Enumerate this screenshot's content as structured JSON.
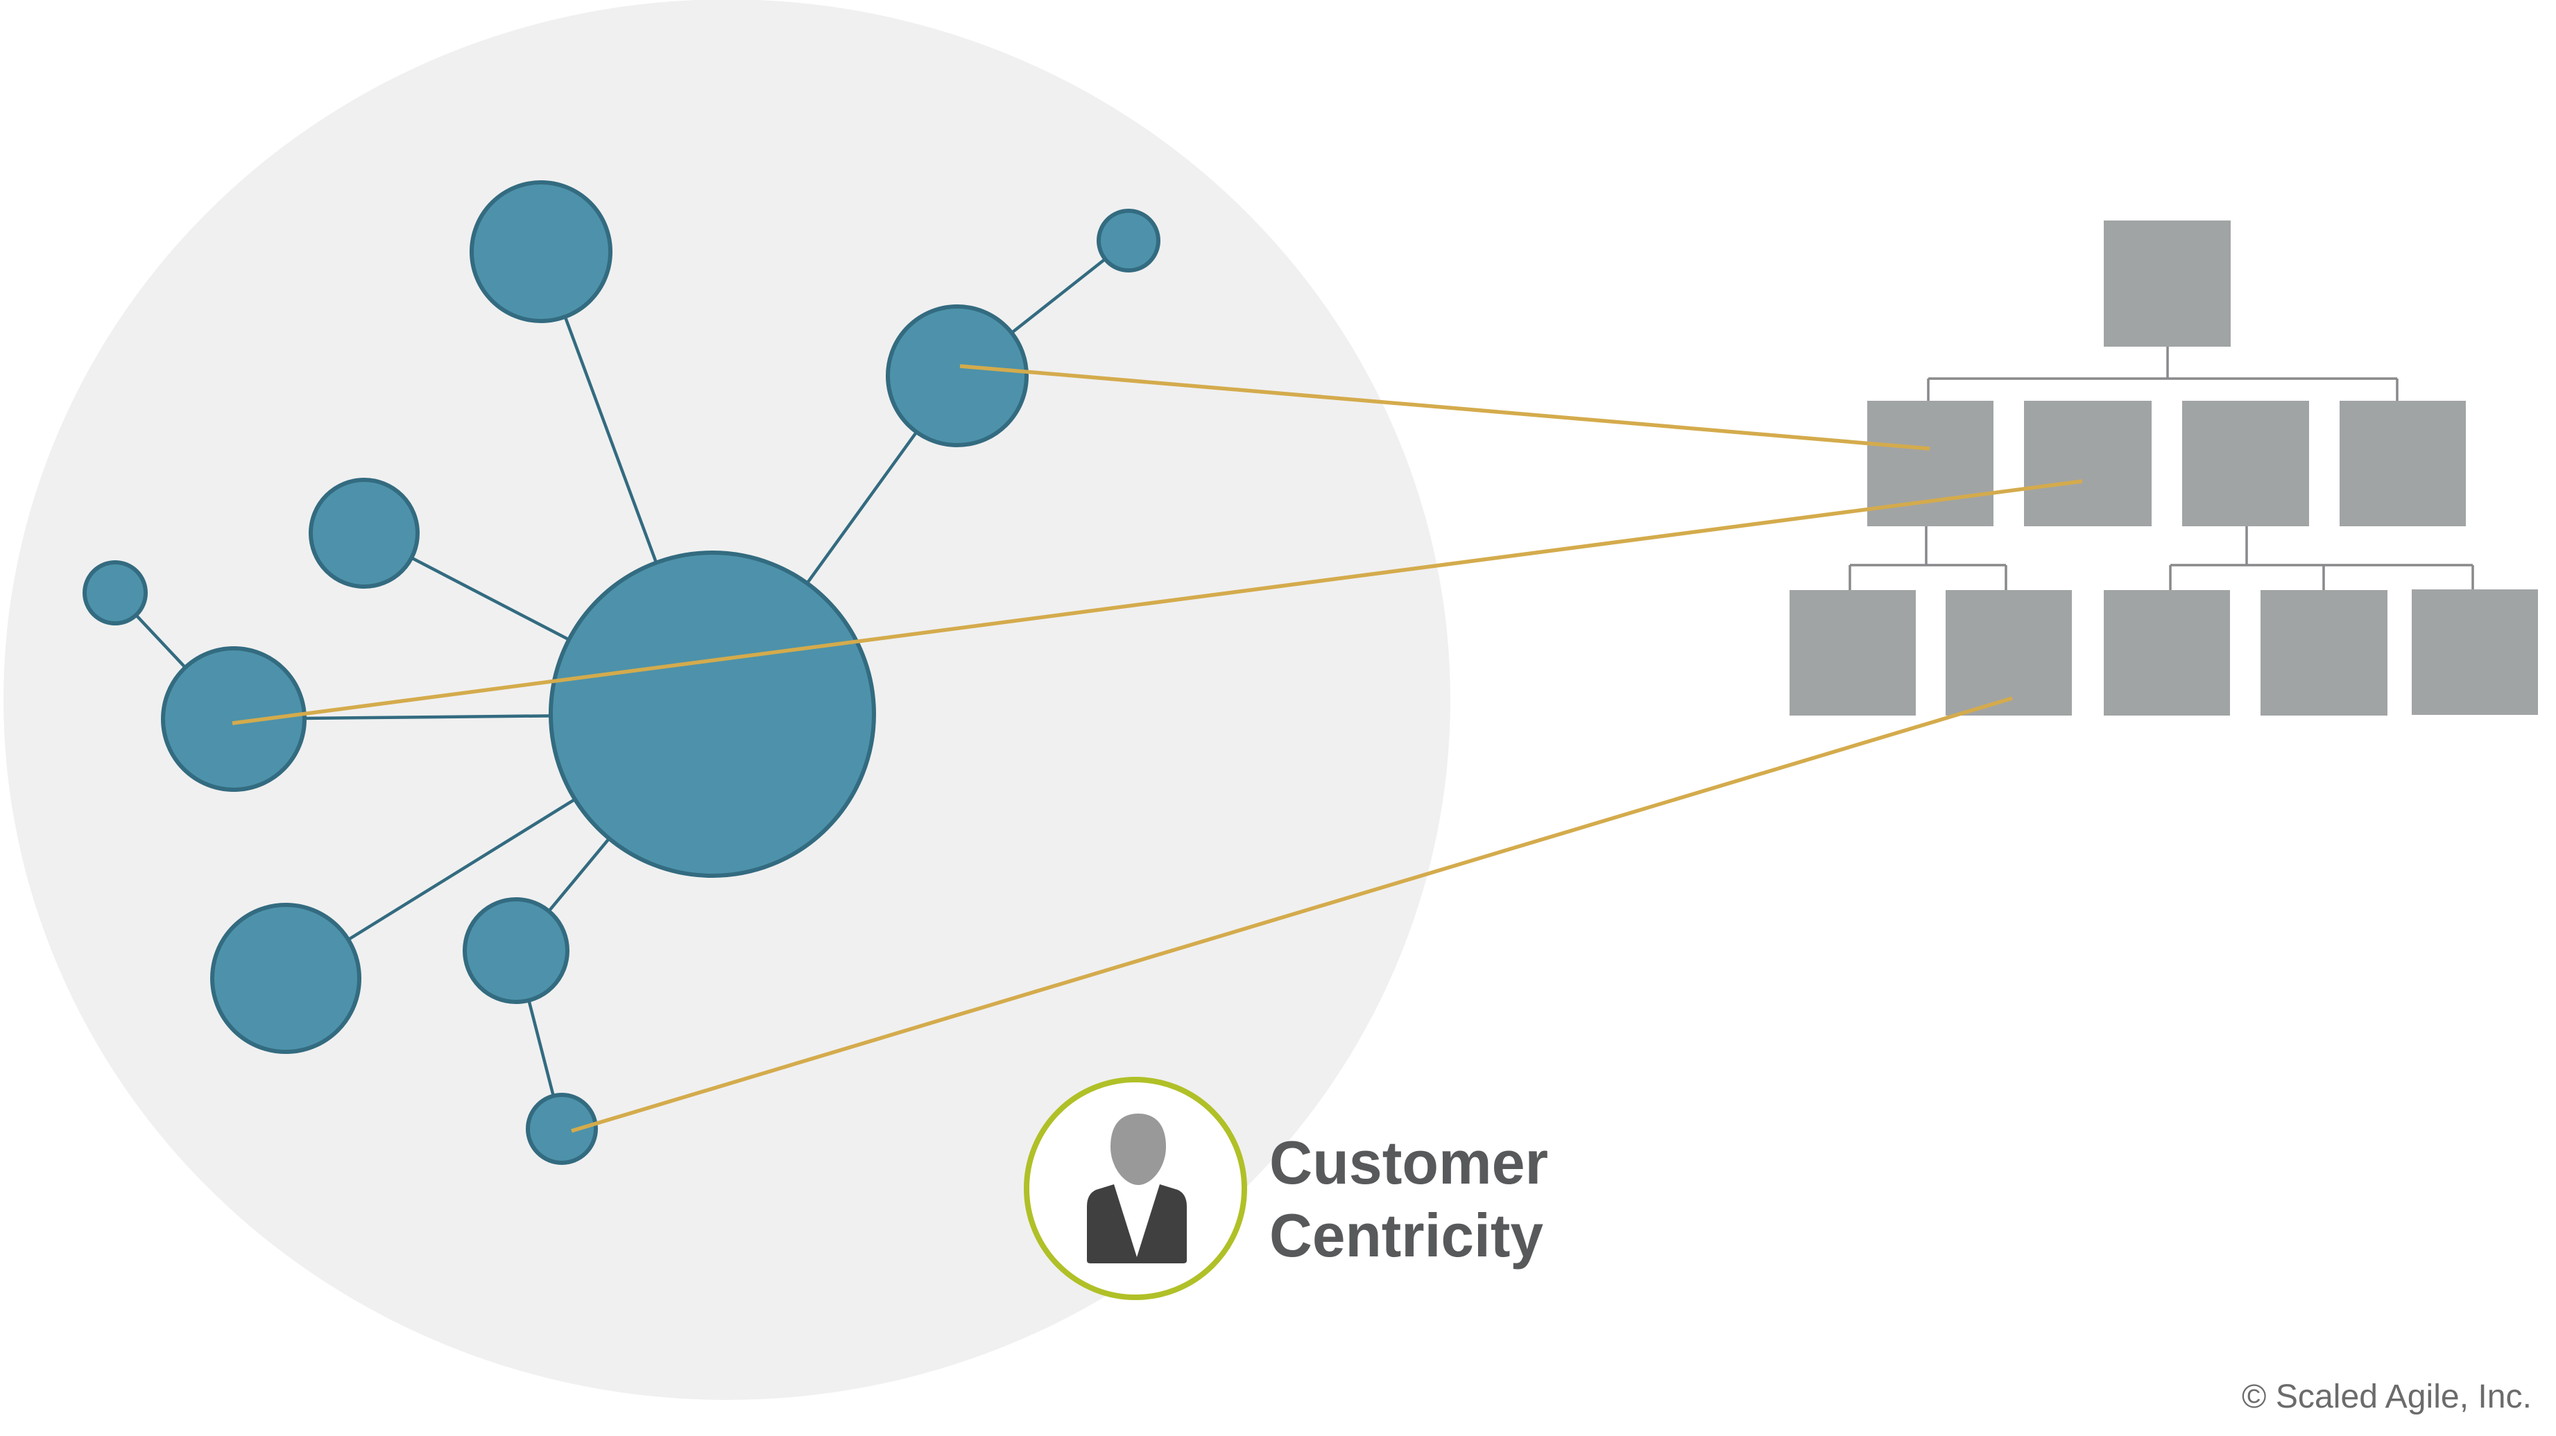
{
  "diagram": {
    "title": "Network vs. hierarchy with customer centricity",
    "colors": {
      "background": "#ffffff",
      "ellipse_fill": "#f0f0f0",
      "node_fill": "#4d92aa",
      "node_stroke": "#336b80",
      "link": "#336b80",
      "mapping_line": "#d4ab4c",
      "org_box": "#a1a4a5",
      "org_connector": "#88898c",
      "customer_ring": "#b0c027",
      "customer_head": "#999999",
      "customer_body": "#404040",
      "label_text": "#58595b",
      "copyright_text": "#6b6b6b"
    },
    "network": {
      "nodes": [
        {
          "id": "hub",
          "role": "hub"
        },
        {
          "id": "top",
          "role": "node"
        },
        {
          "id": "upper-right",
          "role": "node"
        },
        {
          "id": "top-right-tiny",
          "role": "leaf"
        },
        {
          "id": "mid-left",
          "role": "node"
        },
        {
          "id": "left-tiny",
          "role": "leaf"
        },
        {
          "id": "left",
          "role": "node"
        },
        {
          "id": "bottom-left",
          "role": "node"
        },
        {
          "id": "bottom-small",
          "role": "node"
        },
        {
          "id": "bottom-tiny",
          "role": "leaf"
        }
      ],
      "links": [
        [
          "hub",
          "top"
        ],
        [
          "hub",
          "upper-right"
        ],
        [
          "upper-right",
          "top-right-tiny"
        ],
        [
          "hub",
          "mid-left"
        ],
        [
          "hub",
          "left"
        ],
        [
          "left",
          "left-tiny"
        ],
        [
          "hub",
          "bottom-left"
        ],
        [
          "hub",
          "bottom-small"
        ],
        [
          "bottom-small",
          "bottom-tiny"
        ]
      ]
    },
    "org_chart": {
      "levels": [
        {
          "level": 1,
          "boxes": [
            "ceo"
          ]
        },
        {
          "level": 2,
          "boxes": [
            "l2-a",
            "l2-b",
            "l2-c",
            "l2-d"
          ]
        },
        {
          "level": 3,
          "boxes": [
            "l3-a",
            "l3-b",
            "l3-c",
            "l3-d",
            "l3-e"
          ]
        }
      ],
      "reports": [
        {
          "parent": "ceo",
          "children": [
            "l2-a",
            "l2-b",
            "l2-c",
            "l2-d"
          ]
        },
        {
          "parent": "l2-a",
          "children": [
            "l3-a",
            "l3-b"
          ]
        },
        {
          "parent": "l2-c",
          "children": [
            "l3-c",
            "l3-d",
            "l3-e"
          ]
        }
      ]
    },
    "mappings": [
      {
        "from": "upper-right",
        "to": "l2-a"
      },
      {
        "from": "left",
        "to": "l2-b"
      },
      {
        "from": "bottom-tiny",
        "to": "l3-b"
      }
    ],
    "customer": {
      "icon": "person-icon",
      "label_line1": "Customer",
      "label_line2": "Centricity"
    },
    "copyright": "© Scaled Agile, Inc."
  }
}
